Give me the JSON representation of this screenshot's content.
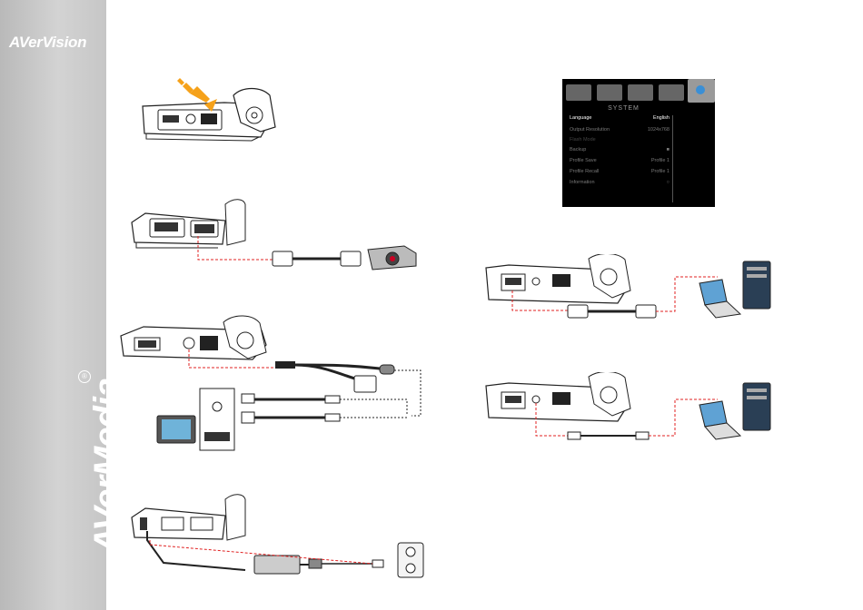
{
  "brand": {
    "top_logo": "AVerVision",
    "side_logo": "AVerMedia",
    "registered": "®"
  },
  "osd_menu": {
    "title": "SYSTEM",
    "tab_icons": [
      "camera-icon",
      "image-icon",
      "tools-icon",
      "settings-icon",
      "system-icon"
    ],
    "rows": [
      {
        "label": "Language",
        "value": "English",
        "active": true
      },
      {
        "label": "Output Resolution",
        "value": "1024x768",
        "active": false
      },
      {
        "label": "Flash Mode",
        "value": "",
        "active": false
      },
      {
        "label": "Backup",
        "value": "",
        "active": false
      },
      {
        "label": "Profile Save",
        "value": "Profile 1",
        "active": false
      },
      {
        "label": "Profile Recall",
        "value": "Profile 1",
        "active": false
      },
      {
        "label": "Information",
        "value": "",
        "active": false
      }
    ]
  },
  "colors": {
    "sidebar": "#c6c6c6",
    "cable_red": "#e02020",
    "arrow_orange": "#f5a11a"
  }
}
